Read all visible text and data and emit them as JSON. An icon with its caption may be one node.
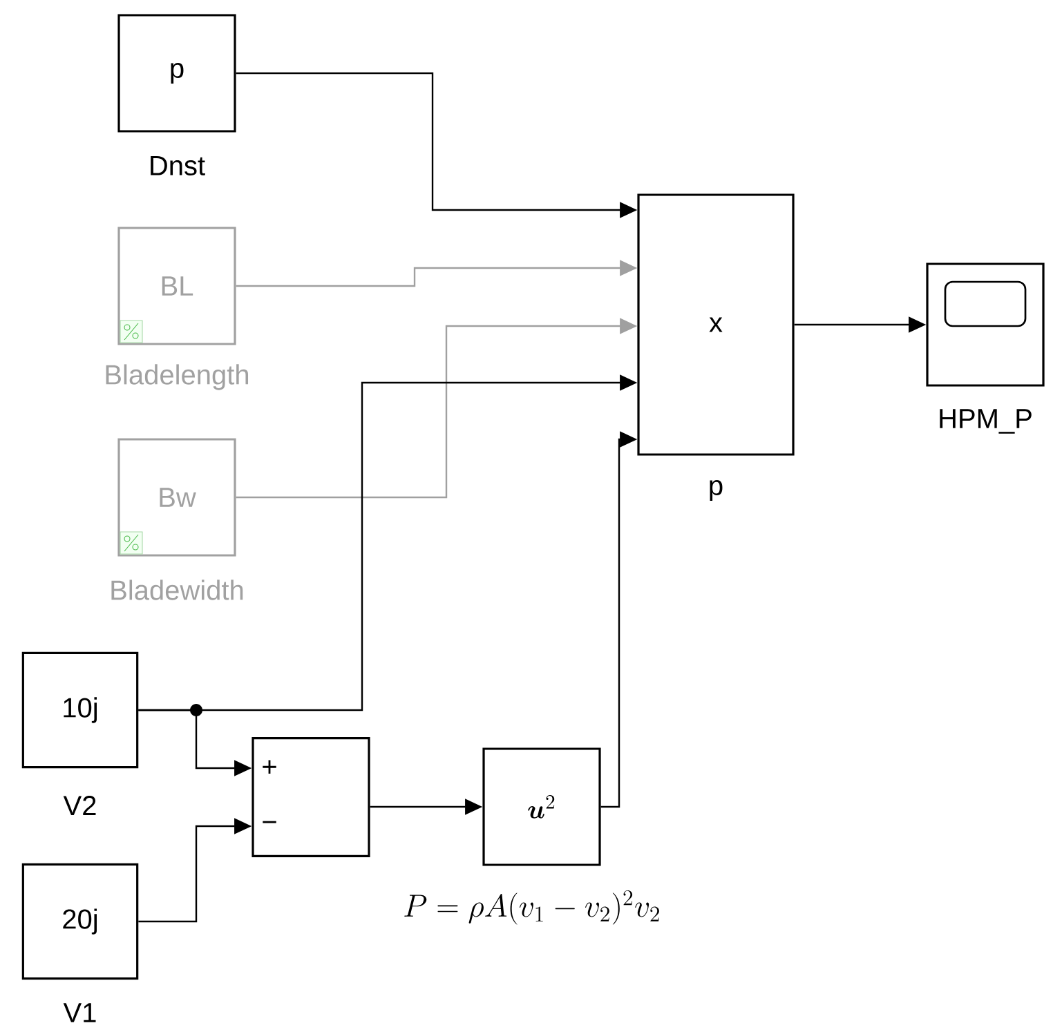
{
  "diagram": {
    "nodes": [
      {
        "text": [
          "p"
        ],
        "beside": [
          "Dnst"
        ]
      },
      {
        "text": [
          "BL"
        ],
        "beside": [
          "Bladelength"
        ]
      },
      {
        "text": [
          "Bw"
        ],
        "beside": [
          "Bladewidth"
        ]
      },
      {
        "text": [
          "x"
        ],
        "beside": [
          "p"
        ]
      },
      {
        "text": [],
        "shape": "box",
        "beside": [
          "HPM_P"
        ]
      },
      {
        "text": [
          "10j"
        ],
        "beside": [
          "V2"
        ]
      },
      {
        "text": [
          "20j"
        ],
        "beside": [
          "V1"
        ]
      },
      {
        "text": [
          "+",
          "−"
        ]
      },
      {
        "text": [
          "\\boldsymbol{u}^2"
        ]
      }
    ],
    "edges": [
      {
        "from": 0,
        "to": 3,
        "arrow": "to"
      },
      {
        "from": 1,
        "to": 3,
        "arrow": "to",
        "color": "#a0a0a0"
      },
      {
        "from": 2,
        "to": 3,
        "arrow": "to",
        "color": "#a0a0a0"
      },
      {
        "from": 5,
        "to": 3,
        "arrow": "to"
      },
      {
        "from": 8,
        "to": 3,
        "arrow": "to"
      },
      {
        "from": 3,
        "to": 4,
        "arrow": "to"
      },
      {
        "from": 5,
        "to": 7,
        "arrow": "to"
      },
      {
        "from": 6,
        "to": 7,
        "arrow": "to"
      },
      {
        "from": 7,
        "to": 8,
        "arrow": "to"
      }
    ],
    "labels": [
      "P = \\rho A(v_1 - v_2)^2 v_2"
    ]
  }
}
